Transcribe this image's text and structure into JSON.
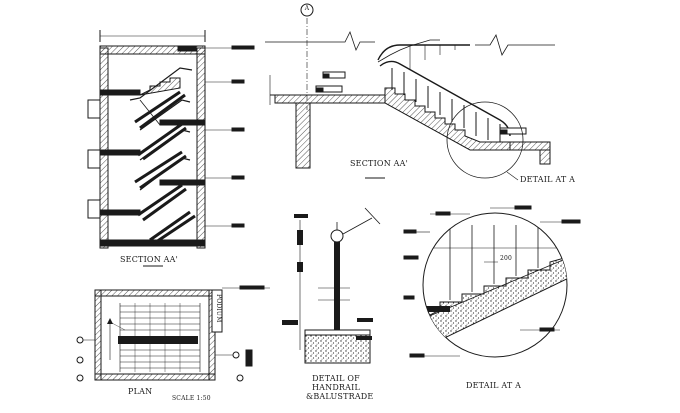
{
  "labels": {
    "section_left": "SECTION AA'",
    "section_top": "SECTION AA'",
    "detail_a_top": "DETAIL AT A",
    "plan": "PLAN",
    "scale": "SCALE 1:50",
    "handrail_line1": "DETAIL OF",
    "handrail_line2": "HANDRAIL",
    "handrail_line3": "&BALUSTRADE",
    "detail_a_bottom": "DETAIL AT A",
    "grid_marker": "A",
    "dim_200": "200",
    "podium": "PODIUM"
  },
  "colors": {
    "ink": "#1a1a1a",
    "hatch": "#555555",
    "paper": "#ffffff"
  }
}
